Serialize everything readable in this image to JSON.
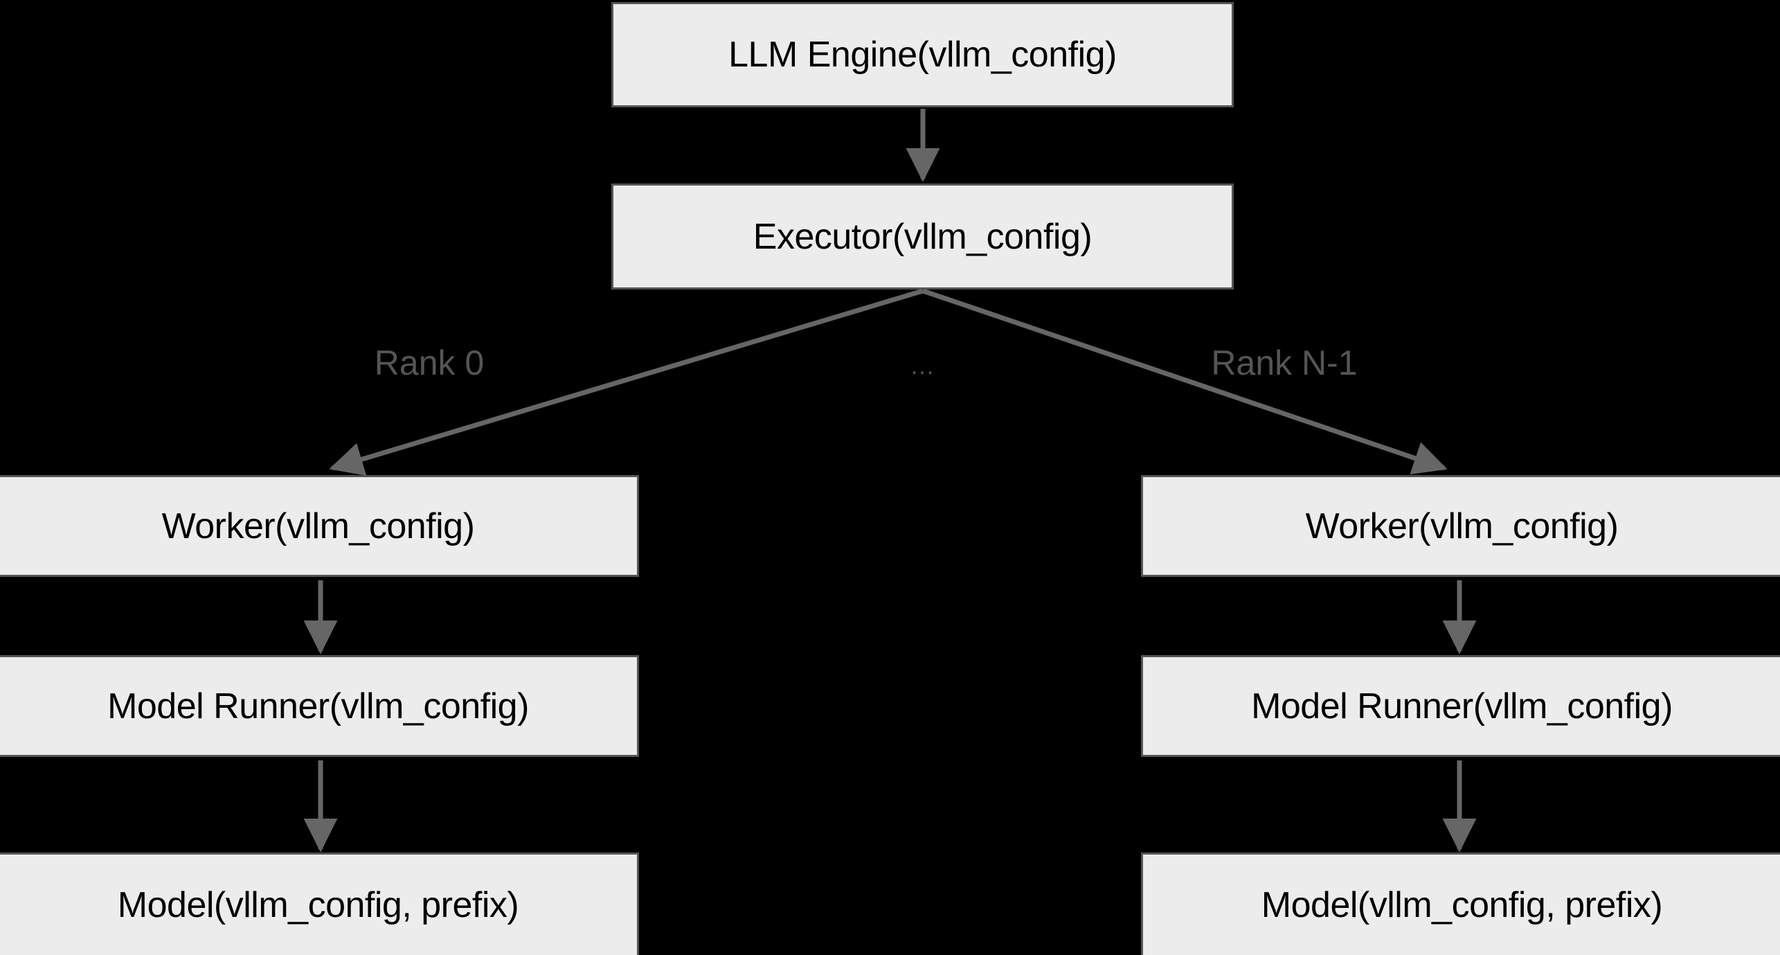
{
  "diagram": {
    "title": "vLLM vllm_config propagation hierarchy",
    "background_color": "#000000",
    "node_fill": "#ececec",
    "node_border": "#555555",
    "edge_color": "#666666",
    "label_color": "#555555",
    "nodes": {
      "llm_engine": "LLM Engine(vllm_config)",
      "executor": "Executor(vllm_config)",
      "worker_left": "Worker(vllm_config)",
      "model_runner_left": "Model Runner(vllm_config)",
      "model_left": "Model(vllm_config, prefix)",
      "worker_right": "Worker(vllm_config)",
      "model_runner_right": "Model Runner(vllm_config)",
      "model_right": "Model(vllm_config, prefix)"
    },
    "edge_labels": {
      "rank_first": "Rank 0",
      "rank_middle": "...",
      "rank_last": "Rank N-1"
    }
  }
}
